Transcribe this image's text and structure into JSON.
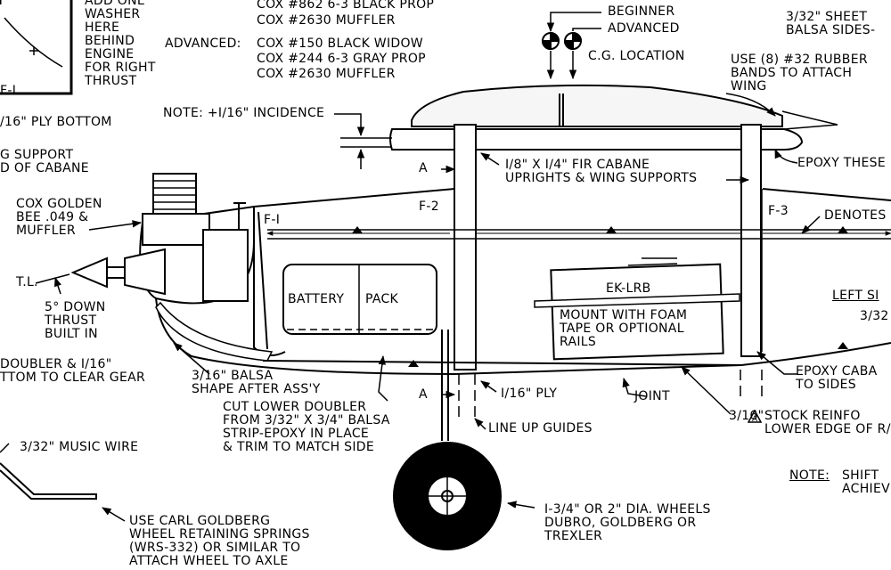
{
  "labels": {
    "add_washer": "ADD ONE\nWASHER\nHERE\nBEHIND\nENGINE\nFOR RIGHT\nTHRUST",
    "cox862": "COX #862 6-3 BLACK PROP",
    "cox2630_top": "COX #2630 MUFFLER",
    "advanced_prefix": "ADVANCED:",
    "cox150": "COX #150 BLACK WIDOW",
    "cox244": "COX #244 6-3 GRAY PROP",
    "cox2630": "COX #2630 MUFFLER",
    "beginner": "BEGINNER",
    "advanced": "ADVANCED",
    "cg_location": "C.G. LOCATION",
    "sheet_sides": "3/32\" SHEET\nBALSA SIDES-",
    "rubber_bands": "USE (8) #32 RUBBER\nBANDS TO ATTACH\nWING",
    "f1_corner": "F-I",
    "ply_bottom": "/16\" PLY BOTTOM",
    "incidence": "NOTE: +I/16\" INCIDENCE",
    "wing_support": "G SUPPORT\nD OF CABANE",
    "a_top": "A",
    "cabane": "I/8\" X I/4\" FIR CABANE\nUPRIGHTS & WING SUPPORTS",
    "epoxy_these": "EPOXY THESE",
    "cox_bee": "COX GOLDEN\nBEE .049 &\nMUFFLER",
    "f1": "F-I",
    "f2": "F-2",
    "f3": "F-3",
    "denotes": "DENOTES",
    "tl": "T.L.",
    "down_thrust": "5° DOWN\nTHRUST\nBUILT IN",
    "battery": "BATTERY",
    "pack": "PACK",
    "ek_lrb": "EK-LRB",
    "mount": "MOUNT WITH FOAM\nTAPE OR OPTIONAL\nRAILS",
    "left_side": "LEFT SI",
    "three_32": "3/32",
    "doubler": "DOUBLER & I/16\"\nTTOM TO CLEAR GEAR",
    "balsa_316": "3/16\" BALSA\nSHAPE AFTER ASS'Y",
    "a_bottom": "A",
    "ply_116": "I/16\" PLY",
    "joint": "JOINT",
    "epoxy_cabane": "EPOXY CABA\nTO SIDES",
    "cut_lower": "CUT LOWER DOUBLER\nFROM 3/32\" X 3/4\" BALSA\nSTRIP-EPOXY IN PLACE\n& TRIM TO MATCH SIDE",
    "line_up": "LINE UP GUIDES",
    "stock_reinf_pre": "3/16\"",
    "stock_reinf": "STOCK REINFO\nLOWER EDGE OF R/C C",
    "music_wire": "3/32\" MUSIC WIRE",
    "note_shift": "NOTE:",
    "shift_text": "SHIFT\nACHIEV",
    "wheels": "I-3/4\" OR 2\" DIA. WHEELS\nDUBRO, GOLDBERG OR\nTREXLER",
    "goldberg": "USE CARL GOLDBERG\nWHEEL RETAINING SPRINGS\n(WRS-332) OR SIMILAR TO\nATTACH WHEEL TO AXLE"
  },
  "icons": {
    "cg_beginner": "cg-symbol",
    "cg_advanced": "cg-symbol",
    "stock_triangle": "triangle-a",
    "wheel": "wheel"
  },
  "colors": {
    "ink": "#000000",
    "paper": "#ffffff",
    "fill": "#f2f2f2"
  }
}
